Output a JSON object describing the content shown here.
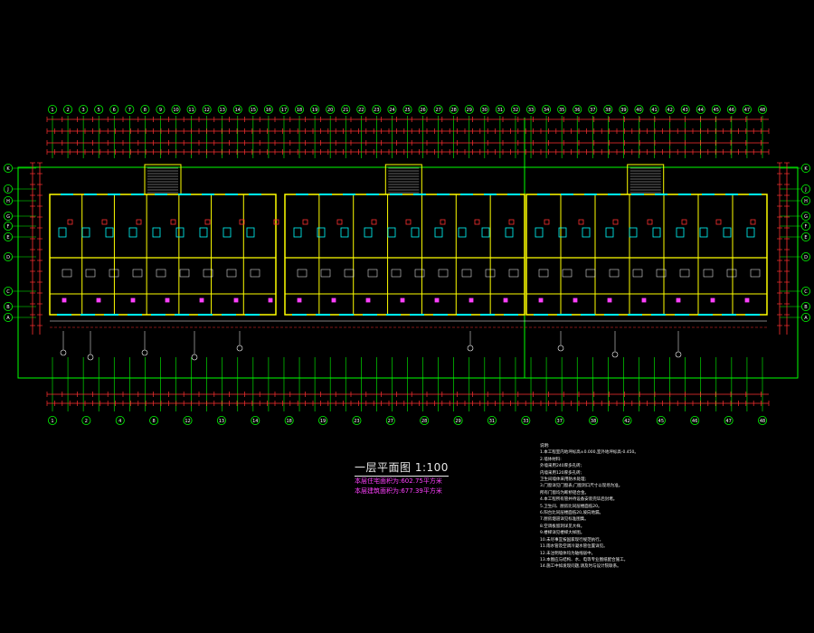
{
  "drawing": {
    "title": "一层平面图",
    "scale": "1:100",
    "area_lines": [
      "本层住宅面积为:602.75平方米",
      "本层建筑面积为:677.39平方米"
    ]
  },
  "grid_axes": {
    "top": [
      "1",
      "2",
      "3",
      "5",
      "6",
      "7",
      "8",
      "9",
      "10",
      "11",
      "12",
      "13",
      "14",
      "15",
      "16",
      "17",
      "18",
      "19",
      "20",
      "21",
      "22",
      "23",
      "24",
      "25",
      "26",
      "27",
      "28",
      "29",
      "30",
      "31",
      "32",
      "33",
      "34",
      "35",
      "36",
      "37",
      "38",
      "39",
      "40",
      "41",
      "42",
      "43",
      "44",
      "45",
      "46",
      "47",
      "48"
    ],
    "bottom": [
      "1",
      "2",
      "4",
      "8",
      "12",
      "13",
      "14",
      "18",
      "19",
      "23",
      "27",
      "28",
      "29",
      "31",
      "33",
      "37",
      "38",
      "42",
      "45",
      "46",
      "47",
      "48"
    ],
    "left": [
      "K",
      "J",
      "H",
      "G",
      "F",
      "E",
      "D",
      "C",
      "B",
      "A"
    ],
    "right": [
      "K",
      "J",
      "H",
      "G",
      "F",
      "E",
      "D",
      "C",
      "B",
      "A"
    ]
  },
  "notes": {
    "heading": "说明:",
    "lines": [
      "1.本工程室内地坪标高±0.000,室外地坪标高-0.450。",
      "2.墙体材料:",
      "  外墙采用240厚多孔砖;",
      "  内墙采用120厚多孔砖;",
      "  卫生间墙体采用防水处理;",
      "3.门窗详见门窗表,门窗洞口尺寸以现场为准。",
      "  所有门窗均为断桥铝合金。",
      "",
      "4.本工程所有管井待设备安装完毕后封堵。",
      "5.卫生间、厨房比同层楼面低20。",
      "6.阳台比同层楼面低20,坡向地漏。",
      "7.厨房烟道详见标准图集。",
      "8.空调板留洞详见大样。",
      "9.楼梯详见楼梯大样图。",
      "10.未尽事宜按国家现行规范执行。",
      "11.雨水管及空调冷凝水管位置详见。",
      "12.未注明墙体均为轴线居中。",
      "13.本图应与结构、水、电等专业图纸配合施工。",
      "14.施工中如发现问题,请及时与设计院联系。"
    ]
  },
  "colors": {
    "background": "#000000",
    "wall": "#ffff00",
    "grid": "#00ff00",
    "dimension": "#ff3030",
    "window": "#00ffff",
    "text": "#ffffff",
    "area_text": "#ff40ff"
  }
}
